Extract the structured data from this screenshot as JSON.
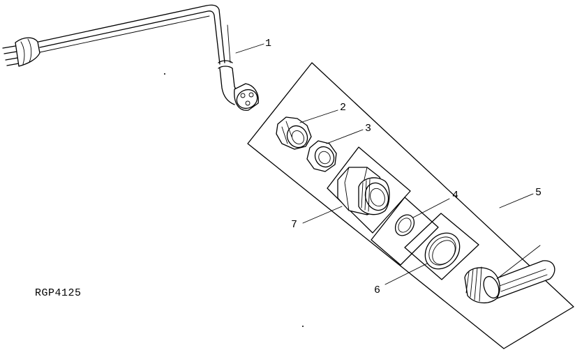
{
  "figure_id": "RGP4125",
  "callouts": [
    "1",
    "2",
    "3",
    "4",
    "5",
    "6",
    "7"
  ],
  "parts": {
    "cord": "1",
    "nut": "2",
    "washer": "3",
    "seal_ring": "4",
    "heater_kit_group": "5",
    "gasket": "6",
    "adapter_fitting": "7"
  }
}
